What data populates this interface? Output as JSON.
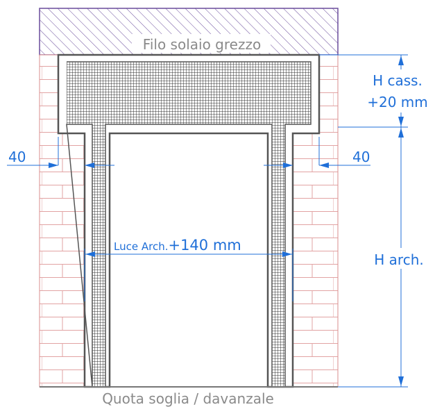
{
  "labels": {
    "top": "Filo solaio grezzo",
    "bottom": "Quota soglia / davanzale",
    "h_cass_line1": "H cass.",
    "h_cass_line2": "+20 mm",
    "h_arch": "H arch.",
    "luce_prefix": "Luce Arch.",
    "luce_value": "+140 mm",
    "left_offset": "40",
    "right_offset": "40"
  },
  "colors": {
    "dimension": "#1f6fd8",
    "wall_outline": "#d98c8c",
    "slab_hatch": "#6a4c9c",
    "structure": "#555555",
    "mesh": "#2f2f2f",
    "label_gray": "#8a8a8a"
  }
}
